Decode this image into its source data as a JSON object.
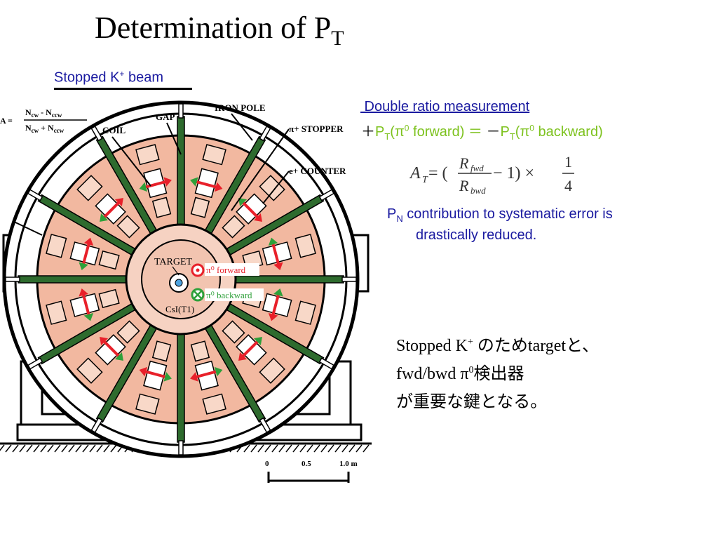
{
  "slide": {
    "title_main": "Determination of P",
    "title_sub": "T"
  },
  "beam": {
    "label_pre": "Stopped K",
    "label_sup": "+",
    "label_post": " beam"
  },
  "ratio": {
    "title": " Double ratio measurement",
    "plus": "＋",
    "pt": "P",
    "t_sub": "T",
    "paren_pi": "(π",
    "zero": "0",
    "forward": " forward)",
    "equals": "  ＝  ",
    "minus": "－",
    "backward": " backward)"
  },
  "formula": {
    "lhs": "A",
    "lhs_sub": "T",
    "eq_open": " = (",
    "num": "R",
    "num_sub": "fwd",
    "den": "R",
    "den_sub": "bwd",
    "minus_one": " − 1) ×",
    "frac_num": "1",
    "frac_den": "4"
  },
  "pn": {
    "p": "P",
    "n_sub": "N",
    "line1_rest": " contribution to systematic error is",
    "line2": "drastically reduced."
  },
  "japanese": {
    "l1_a": "Stopped K",
    "l1_sup": "+",
    "l1_b": " のためtargetと、",
    "l2_a": "fwd/bwd π",
    "l2_sup": "0",
    "l2_b": "検出器",
    "l3": "が重要な鍵となる。"
  },
  "figure": {
    "eq_a": "A =",
    "eq_num": "N",
    "eq_num_sub": "cw",
    "eq_num_mid": " - N",
    "eq_num_sub2": "ccw",
    "eq_den": "N",
    "eq_den_sub": "cw",
    "eq_den_mid": " + N",
    "eq_den_sub2": "ccw",
    "coil": "COIL",
    "gap": "GAP",
    "iron_pole": "IRON POLE",
    "stopper": "π+ STOPPER",
    "counter": "e+ COUNTER",
    "target": "TARGET",
    "pi_forward": "π⁰ forward",
    "pi_backward": "π⁰ backward",
    "csi": "CsI(T1)",
    "scale_0": "0",
    "scale_05": "0.5",
    "scale_1": "1.0 m",
    "colors": {
      "accent_blue": "#1a1aa0",
      "accent_green": "#7dc21e",
      "crystal": "#f2b8a0",
      "gap_bar": "#2e6b2e",
      "arrow_red": "#e8202a",
      "arrow_green": "#2ea03a"
    }
  }
}
